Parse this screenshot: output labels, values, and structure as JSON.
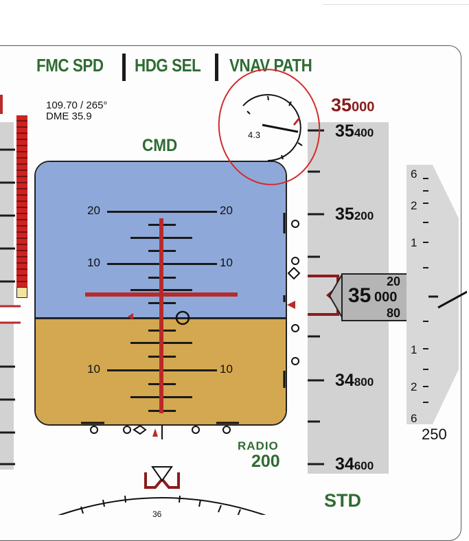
{
  "fma": {
    "speed_mode": "FMC SPD",
    "roll_mode": "HDG SEL",
    "pitch_mode": "VNAV PATH"
  },
  "ils_info": {
    "frequency_course": "109.70 / 265°",
    "dme": "DME  35.9"
  },
  "autopilot_status": "CMD",
  "pitch_scale": {
    "upper_label": "20",
    "mid_label": "10",
    "lower_label": "10"
  },
  "altitude": {
    "selected_major": "35",
    "selected_minor": "000",
    "tape": [
      {
        "major": "35",
        "minor": "400"
      },
      {
        "major": "35",
        "minor": "200"
      },
      {
        "major": "34",
        "minor": "800"
      },
      {
        "major": "34",
        "minor": "600"
      }
    ],
    "current_major": "35",
    "current_minor": "000",
    "roll_upper": "20",
    "roll_lower": "80"
  },
  "vertical_speed_scale": [
    "6",
    "2",
    "1",
    "1",
    "2",
    "6"
  ],
  "vertical_speed_value": "250",
  "radio": {
    "label": "RADIO",
    "value": "200"
  },
  "baro_setting": "STD",
  "clock_gauge_label": "4.3",
  "heading_value": "36",
  "colors": {
    "fma_green": "#2f6b33",
    "sky": "#8ea9d9",
    "ground": "#d4a850",
    "flight_director": "#b82a2a",
    "selected_altitude": "#8a1c1c"
  }
}
